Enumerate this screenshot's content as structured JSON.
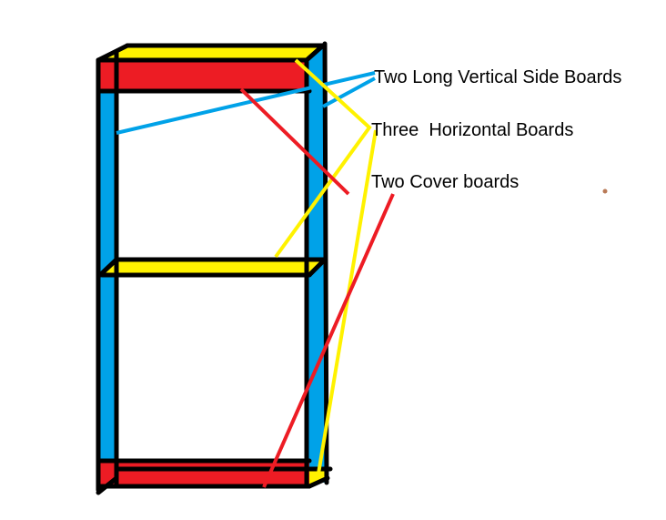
{
  "labels": {
    "side_boards": "Two Long Vertical Side Boards",
    "horizontal_boards": "Three  Horizontal Boards",
    "cover_boards": "Two Cover boards"
  },
  "colors": {
    "side_boards": "#00a2e8",
    "horizontal_boards": "#fff200",
    "cover_boards": "#ed1c24",
    "outline": "#000000",
    "dot": "#b97a57"
  }
}
